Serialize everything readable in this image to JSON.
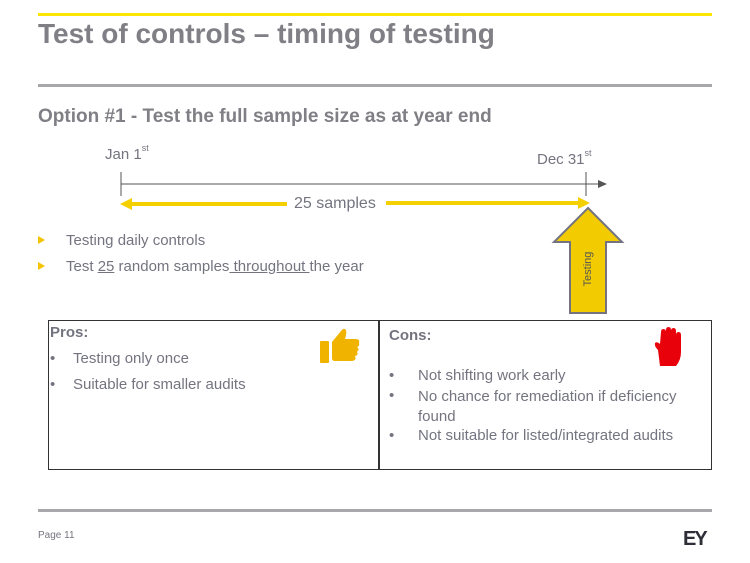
{
  "slide": {
    "title": "Test of controls – timing of testing",
    "subtitle": "Option #1 - Test the full sample size as at year end",
    "page_label": "Page 11",
    "logo_text": "EY"
  },
  "timeline": {
    "start_label": "Jan 1",
    "start_sup": "st",
    "end_label": "Dec 31",
    "end_sup": "st",
    "span_label": "25 samples",
    "testing_label": "Testing"
  },
  "bullets": [
    {
      "text": "Testing daily controls"
    },
    {
      "pre": "Test ",
      "u1": "25",
      "mid": " random samples",
      "u2": " throughout ",
      "post": "the year"
    }
  ],
  "pros": {
    "title": "Pros:",
    "items": [
      "Testing only once",
      "Suitable for smaller audits"
    ],
    "icon": "thumbs-up-icon"
  },
  "cons": {
    "title": "Cons:",
    "items": [
      "Not shifting work early",
      "No chance for remediation if deficiency found",
      "Not suitable for listed/integrated audits"
    ],
    "icon": "stop-hand-icon"
  },
  "colors": {
    "accent_yellow": "#ffe600",
    "arrow_yellow": "#f5d000",
    "text_grey": "#747480",
    "rule_grey": "#a8a8ab",
    "hand_red": "#e8000a"
  }
}
